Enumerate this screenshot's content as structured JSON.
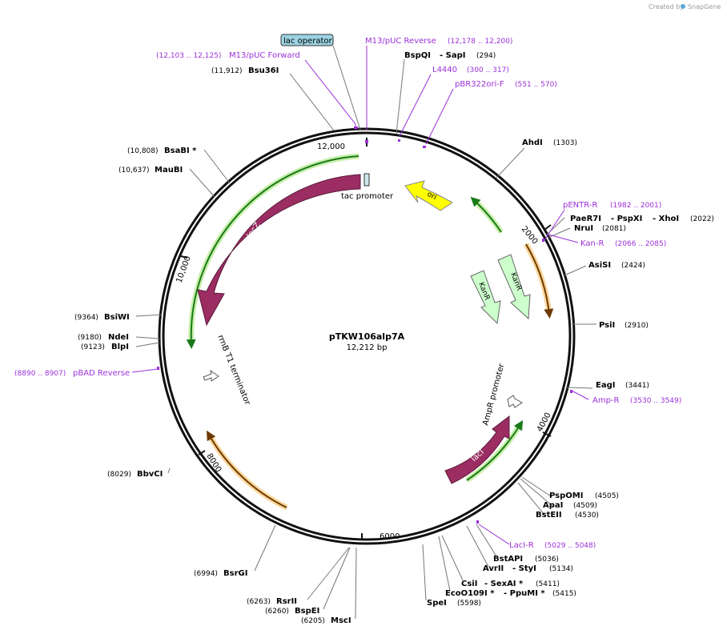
{
  "credit": {
    "created_by": "Created by",
    "brand": "SnapGene"
  },
  "plasmid": {
    "name": "pTKW106alp7A",
    "length": "12,212 bp"
  },
  "ticks": [
    "12,000",
    "2000",
    "4000",
    "6000",
    "8000",
    "10,000"
  ],
  "features": {
    "lac_operator": "lac operator",
    "tac_promoter": "tac promoter",
    "lacZ": "lacZ",
    "ori": "ori",
    "kanR1": "KanR",
    "kanR2": "KanR",
    "ampR_promoter": "AmpR promoter",
    "lacI": "lacI",
    "rrnB": "rrnB T1 terminator"
  },
  "enzymes": {
    "bsu36i": {
      "name": "Bsu36I",
      "pos": "(11,912)"
    },
    "bsabi": {
      "name": "BsaBI *",
      "pos": "(10,808)"
    },
    "maubi": {
      "name": "MauBI",
      "pos": "(10,637)"
    },
    "bsiwi": {
      "name": "BsiWI",
      "pos": "(9364)"
    },
    "ndei": {
      "name": "NdeI",
      "pos": "(9180)"
    },
    "blpi": {
      "name": "BlpI",
      "pos": "(9123)"
    },
    "bbvci": {
      "name": "BbvCI",
      "pos": "(8029)"
    },
    "bsrgi": {
      "name": "BsrGI",
      "pos": "(6994)"
    },
    "rsrii": {
      "name": "RsrII",
      "pos": "(6263)"
    },
    "bspei": {
      "name": "BspEI",
      "pos": "(6260)"
    },
    "msci": {
      "name": "MscI",
      "pos": "(6205)"
    },
    "spei": {
      "name": "SpeI",
      "pos": "(5598)"
    },
    "eco_ppu": {
      "name1": "EcoO109I *",
      "sep": "- PpuMI *",
      "pos": "(5415)"
    },
    "csi_sex": {
      "name1": "CsiI",
      "sep": "- SexAI *",
      "pos": "(5411)"
    },
    "avr_sty": {
      "name1": "AvrII",
      "sep": "- StyI",
      "pos": "(5134)"
    },
    "bstapi": {
      "name": "BstAPI",
      "pos": "(5036)"
    },
    "bsteii": {
      "name": "BstEII",
      "pos": "(4530)"
    },
    "apai": {
      "name": "ApaI",
      "pos": "(4509)"
    },
    "pspomi": {
      "name": "PspOMI",
      "pos": "(4505)"
    },
    "eagi": {
      "name": "EagI",
      "pos": "(3441)"
    },
    "psti": {
      "name": "PsiI",
      "pos": "(2910)"
    },
    "asisi": {
      "name": "AsiSI",
      "pos": "(2424)"
    },
    "nrui": {
      "name": "NruI",
      "pos": "(2081)"
    },
    "paer7i": {
      "name1": "PaeR7I",
      "sep1": "- PspXI",
      "sep2": "- XhoI",
      "pos": "(2022)"
    },
    "ahdi": {
      "name": "AhdI",
      "pos": "(1303)"
    },
    "bspqi": {
      "name1": "BspQI",
      "sep": "- SapI",
      "pos": "(294)"
    }
  },
  "primers": {
    "m13_forward": {
      "name": "M13/pUC Forward",
      "pos": "(12,103 .. 12,125)"
    },
    "m13_reverse": {
      "name": "M13/pUC Reverse",
      "pos": "(12,178 .. 12,200)"
    },
    "l4440": {
      "name": "L4440",
      "pos": "(300 .. 317)"
    },
    "pbr322": {
      "name": "pBR322ori-F",
      "pos": "(551 .. 570)"
    },
    "pentr_r": {
      "name": "pENTR-R",
      "pos": "(1982 .. 2001)"
    },
    "kan_r": {
      "name": "Kan-R",
      "pos": "(2066 .. 2085)"
    },
    "amp_r": {
      "name": "Amp-R",
      "pos": "(3530 .. 3549)"
    },
    "laci_r": {
      "name": "LacI-R",
      "pos": "(5029 .. 5048)"
    },
    "pbad_rev": {
      "name": "pBAD Reverse",
      "pos": "(8890 .. 8907)"
    }
  },
  "colors": {
    "primer": "#9b30d9",
    "lacZ": "#9b2d63",
    "ori": "#ffff00",
    "kanR": "#ccffcc",
    "orf_green": "#8fd070",
    "orf_orange": "#f5b860"
  }
}
